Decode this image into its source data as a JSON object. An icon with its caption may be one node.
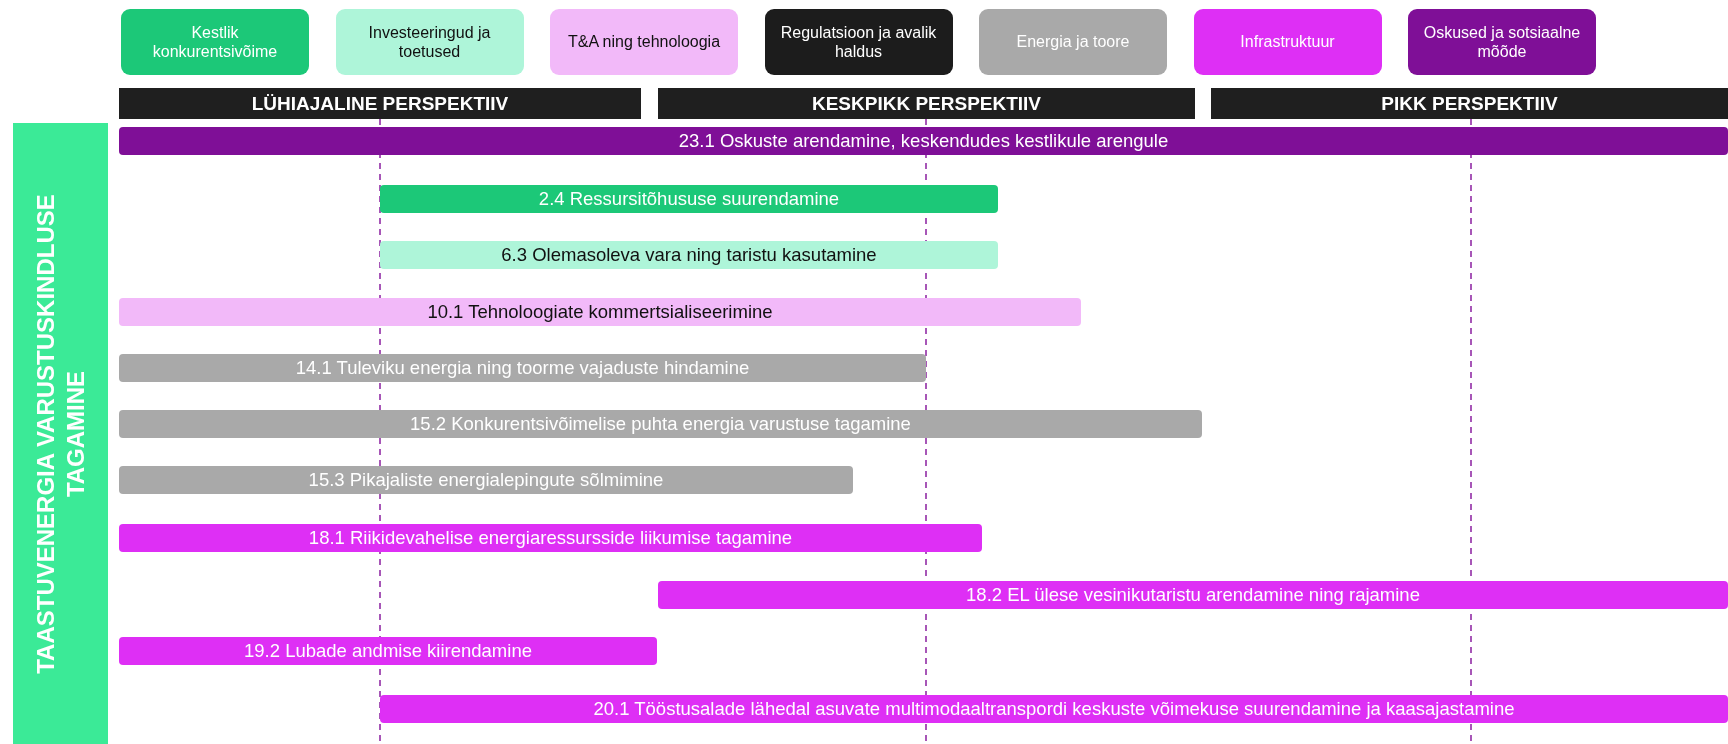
{
  "diagram": {
    "nodes": [
      {
        "text": [
          "TAASTUVENERGIA VARUSTUSKINDLUSE TAGAMINE"
        ]
      },
      {
        "text": [
          "LÜHIAJALINE PERSPEKTIIV"
        ]
      },
      {
        "text": [
          "KESKPIKK PERSPEKTIIV"
        ]
      },
      {
        "text": [
          "PIKK PERSPEKTIIV"
        ]
      },
      {
        "text": [
          "23.1 Oskuste arendamine, keskendudes kestlikule arengule"
        ]
      },
      {
        "text": [
          "2.4 Ressursitõhususe suurendamine"
        ]
      },
      {
        "text": [
          "6.3 Olemasoleva vara ning taristu kasutamine"
        ]
      },
      {
        "text": [
          "10.1 Tehnoloogiate kommertsialiseerimine"
        ]
      },
      {
        "text": [
          "14.1 Tuleviku energia ning toorme vajaduste hindamine"
        ]
      },
      {
        "text": [
          "15.2 Konkurentsivõimelise puhta energia varustuse tagamine"
        ]
      },
      {
        "text": [
          "15.3 Pikajaliste energialepingute sõlmimine"
        ]
      },
      {
        "text": [
          "18.1 Riikidevahelise energiaressursside liikumise tagamine"
        ]
      },
      {
        "text": [
          "18.2 EL ülese vesinikutaristu arendamine ning rajamine"
        ]
      },
      {
        "text": [
          "19.2 Lubade andmise kiirendamine"
        ]
      },
      {
        "text": [
          "20.1 Tööstusalade lähedal asuvate multimodaaltranspordi keskuste võimekuse suurendamine ja kaasajastamine"
        ]
      }
    ],
    "legend": [
      {
        "text": "Kestlik konkurentsivõime",
        "color": "#1cc878"
      },
      {
        "text": "Investeeringud ja toetused",
        "color": "#aef5d9"
      },
      {
        "text": "T&A ning tehnoloogia",
        "color": "#f2b9f9"
      },
      {
        "text": "Regulatsioon ja avalik haldus",
        "color": "#1c1c1c"
      },
      {
        "text": "Energia ja toore",
        "color": "#a9a9a9"
      },
      {
        "text": "Infrastruktuur",
        "color": "#de2ff5"
      },
      {
        "text": "Oskused ja sotsiaalne mõõde",
        "color": "#7f0f97"
      }
    ]
  }
}
